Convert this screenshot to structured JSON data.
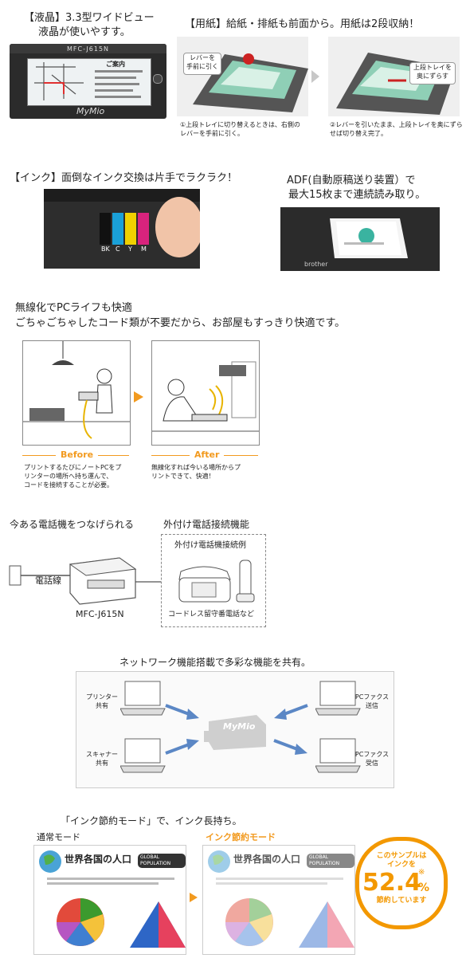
{
  "lcd": {
    "caption_line1": "【液晶】3.3型ワイドビュー",
    "caption_line2": "液晶が使いやすす。",
    "model_label": "MFC-J615N",
    "screen_title": "ご案内",
    "logo": "MyMio"
  },
  "paper": {
    "caption": "【用紙】給紙・排紙も前面から。用紙は2段収納！",
    "callout1_line1": "レバーを",
    "callout1_line2": "手前に引く",
    "callout2_line1": "上段トレイを",
    "callout2_line2": "奥にずらす",
    "step1_line1": "①上段トレイに切り替えるときは、右側の",
    "step1_line2": "レバーを手前に引く。",
    "step2_line1": "②レバーを引いたまま、上段トレイを奥にずら",
    "step2_line2": "せば切り替え完了。"
  },
  "ink": {
    "caption": "【インク】面倒なインク交換は片手でラクラク！",
    "cart_labels": [
      "BK",
      "C",
      "Y",
      "M"
    ]
  },
  "adf": {
    "caption_line1": "ADF(自動原稿送り装置）で",
    "caption_line2": "最大15枚まで連続読み取り。",
    "brand": "brother"
  },
  "wireless": {
    "heading_line1": "無線化でPCライフも快適",
    "heading_line2": "ごちゃごちゃしたコード類が不要だから、お部屋もすっきり快適です。",
    "before_label": "Before",
    "after_label": "After",
    "before_text_line1": "プリントするたびにノートPCをプ",
    "before_text_line2": "リンターの場所へ持ち運んで、",
    "before_text_line3": "コードを接続することが必要。",
    "after_text_line1": "無線化すれば今いる場所からプ",
    "after_text_line2": "リントできて、快適！"
  },
  "phone": {
    "heading_left": "今ある電話機をつなげられる",
    "heading_right": "外付け電話接続機能",
    "example_title": "外付け電話機接続例",
    "line_label": "電話線",
    "model_label": "MFC-J615N",
    "cordless_label": "コードレス留守番電話など"
  },
  "network": {
    "heading": "ネットワーク機能搭載で多彩な機能を共有。",
    "printer_share_line1": "プリンター",
    "printer_share_line2": "共有",
    "scanner_share_line1": "スキャナー",
    "scanner_share_line2": "共有",
    "pcfax_send_line1": "PCファクス",
    "pcfax_send_line2": "送信",
    "pcfax_recv_line1": "PCファクス",
    "pcfax_recv_line2": "受信",
    "logo": "MyMio"
  },
  "inksave": {
    "heading": "「インク節約モード」で、インク長持ち。",
    "normal_label": "通常モード",
    "saving_label": "インク節約モード",
    "sample_title": "世界各国の人口",
    "sample_badge": "GLOBAL POPULATION",
    "badge_line1": "このサンプルは",
    "badge_line2": "インクを",
    "badge_value": "52.4",
    "badge_unit": "%",
    "badge_mark": "※",
    "badge_line3": "節約しています"
  },
  "colors": {
    "orange": "#f29a1f",
    "badge_orange": "#f39800",
    "arrow_blue": "#5b87c5"
  }
}
